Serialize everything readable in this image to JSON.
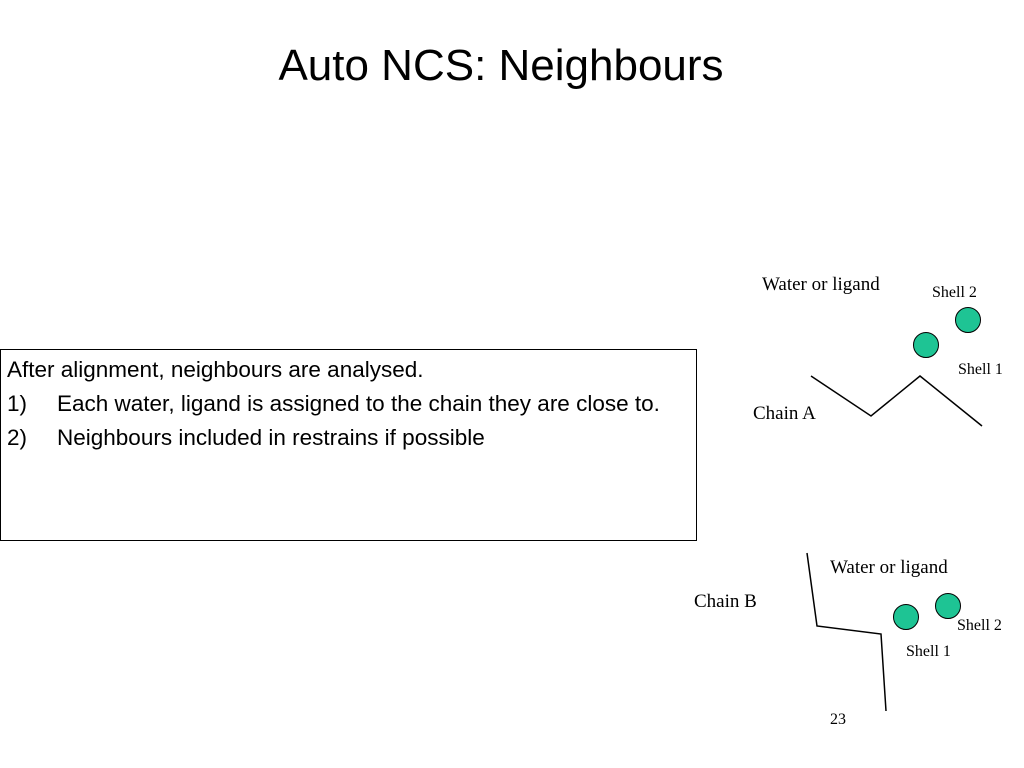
{
  "slide": {
    "title": "Auto NCS: Neighbours",
    "page_number": "23"
  },
  "text_box": {
    "intro": "After alignment, neighbours are analysed.",
    "items": [
      {
        "number": "1)",
        "text": "Each water, ligand is assigned to the chain they are close to."
      },
      {
        "number": "2)",
        "text": "Neighbours included in restrains if possible"
      }
    ]
  },
  "diagram": {
    "top": {
      "water_label": "Water or ligand",
      "shell2_label": "Shell 2",
      "shell1_label": "Shell 1",
      "chain_label": "Chain A"
    },
    "bottom": {
      "water_label": "Water or ligand",
      "chain_label": "Chain B",
      "shell2_label": "Shell 2",
      "shell1_label": "Shell 1"
    },
    "colors": {
      "sphere_fill": "#1ec494",
      "line": "#000000"
    }
  }
}
